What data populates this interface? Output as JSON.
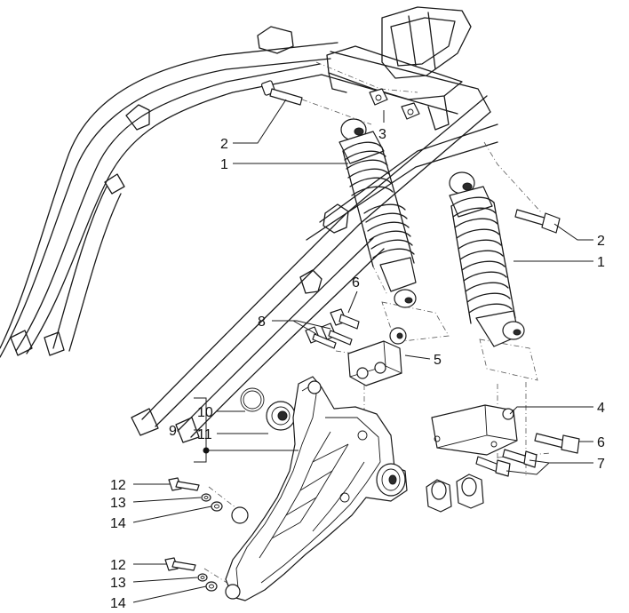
{
  "callouts": [
    {
      "id": "c2a",
      "text": "2"
    },
    {
      "id": "c1a",
      "text": "1"
    },
    {
      "id": "c3",
      "text": "3"
    },
    {
      "id": "c2b",
      "text": "2"
    },
    {
      "id": "c1b",
      "text": "1"
    },
    {
      "id": "c6a",
      "text": "6"
    },
    {
      "id": "c8",
      "text": "8"
    },
    {
      "id": "c5",
      "text": "5"
    },
    {
      "id": "c4",
      "text": "4"
    },
    {
      "id": "c10",
      "text": "10"
    },
    {
      "id": "c9",
      "text": "9"
    },
    {
      "id": "c11",
      "text": "11"
    },
    {
      "id": "c6b",
      "text": "6"
    },
    {
      "id": "c7",
      "text": "7"
    },
    {
      "id": "c12a",
      "text": "12"
    },
    {
      "id": "c13a",
      "text": "13"
    },
    {
      "id": "c14a",
      "text": "14"
    },
    {
      "id": "c12b",
      "text": "12"
    },
    {
      "id": "c13b",
      "text": "13"
    },
    {
      "id": "c14b",
      "text": "14"
    }
  ]
}
